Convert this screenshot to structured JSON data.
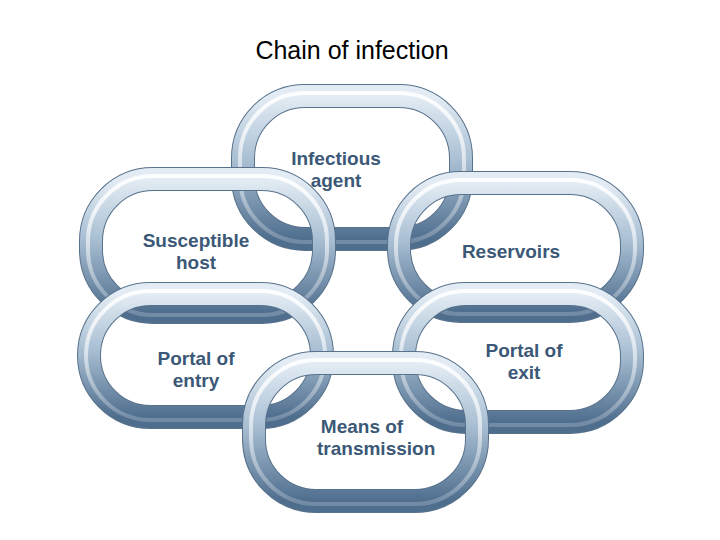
{
  "diagram": {
    "title": "Chain of infection",
    "nodes": [
      {
        "text": [
          "Infectious agent"
        ]
      },
      {
        "text": [
          "Susceptible host"
        ]
      },
      {
        "text": [
          "Reservoirs"
        ]
      },
      {
        "text": [
          "Portal of entry"
        ]
      },
      {
        "text": [
          "Portal of exit"
        ]
      },
      {
        "text": [
          "Means of transmission"
        ]
      }
    ]
  }
}
